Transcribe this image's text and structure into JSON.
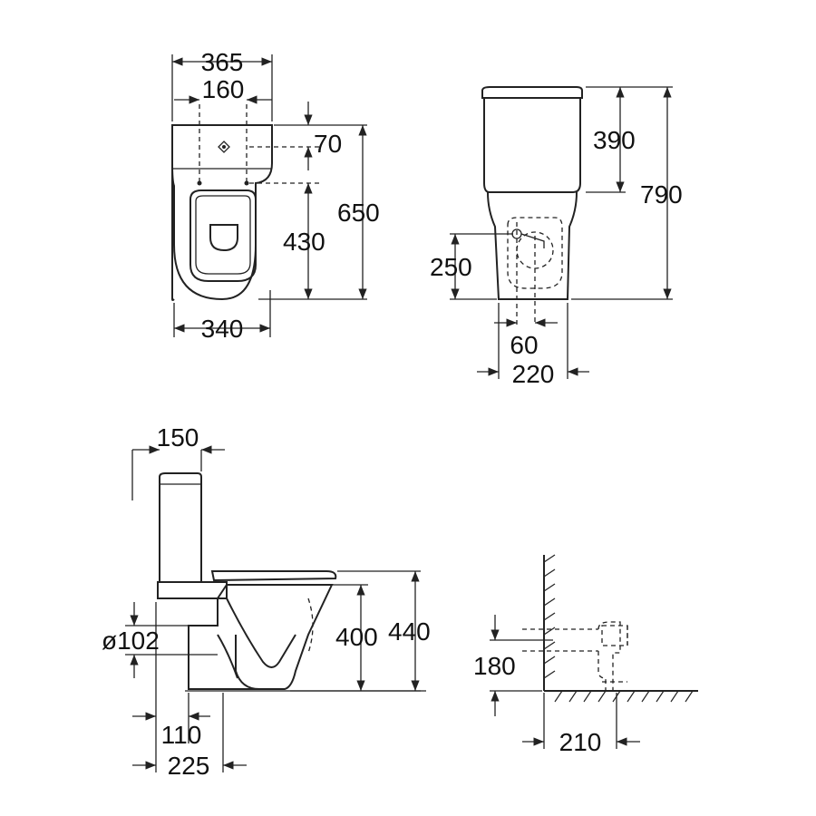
{
  "dimensions": {
    "top_view": {
      "overall_width": "365",
      "fixing_centres": "160",
      "tank_depth": "70",
      "bowl_length": "650",
      "fixing_to_front": "430",
      "base_width": "340"
    },
    "front_view": {
      "tank_height": "390",
      "overall_height": "790",
      "outlet_height": "250",
      "outlet_offset": "60",
      "base_width": "220"
    },
    "side_view": {
      "tank_depth": "150",
      "outlet_diameter": "ø102",
      "seat_height": "400",
      "rim_height": "440",
      "outlet_to_wall": "110",
      "base_to_wall": "225"
    },
    "connection_detail": {
      "inlet_height": "180",
      "distance_from_wall": "210"
    }
  }
}
